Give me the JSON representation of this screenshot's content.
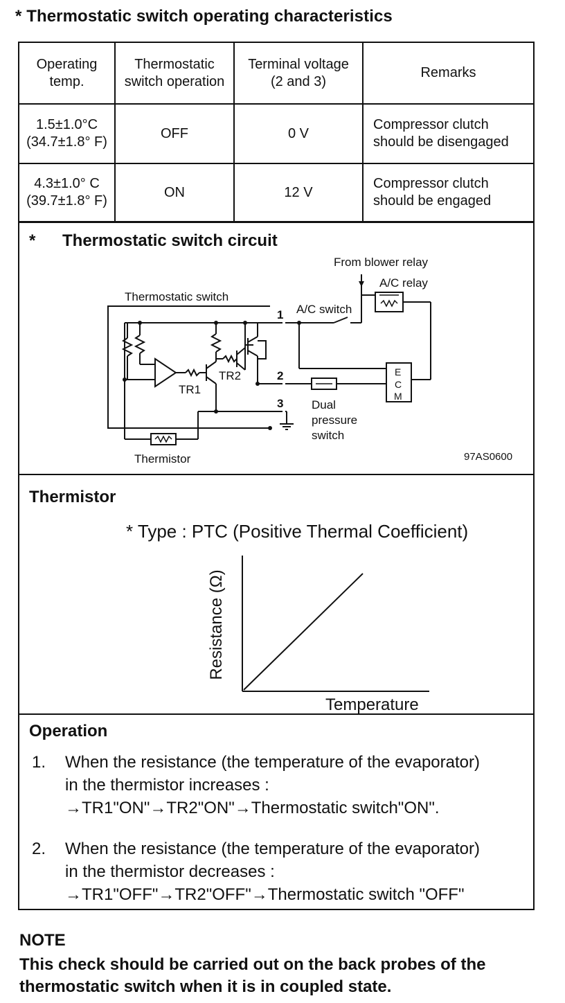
{
  "heading": "* Thermostatic switch operating characteristics",
  "table": {
    "headers": [
      [
        "Operating",
        "temp."
      ],
      [
        "Thermostatic",
        "switch operation"
      ],
      [
        "Terminal voltage",
        "(2 and 3)"
      ],
      [
        "Remarks"
      ]
    ],
    "rows": [
      {
        "temp": [
          "1.5±1.0°C",
          "(34.7±1.8° F)"
        ],
        "operation": "OFF",
        "voltage": "0 V",
        "remarks": [
          "Compressor clutch",
          "should be disengaged"
        ]
      },
      {
        "temp": [
          "4.3±1.0° C",
          "(39.7±1.8° F)"
        ],
        "operation": "ON",
        "voltage": "12 V",
        "remarks": [
          "Compressor clutch",
          "should be engaged"
        ]
      }
    ]
  },
  "circuit": {
    "bullet": "*",
    "title": "Thermostatic switch circuit",
    "labels": {
      "from_blower_relay": "From blower relay",
      "ac_relay": "A/C relay",
      "thermostatic_switch": "Thermostatic switch",
      "ac_switch": "A/C switch",
      "tr1": "TR1",
      "tr2": "TR2",
      "terminal_1": "1",
      "terminal_2": "2",
      "terminal_3": "3",
      "dual_pressure_switch": [
        "Dual",
        "pressure",
        "switch"
      ],
      "thermistor": "Thermistor",
      "ecm_letters": [
        "E",
        "C",
        "M"
      ],
      "figure_code": "97AS0600"
    }
  },
  "thermistor": {
    "title": "Thermistor",
    "type_line": "* Type : PTC (Positive Thermal Coefficient)",
    "graph": {
      "ylabel": "Resistance (Ω)",
      "xlabel": "Temperature"
    }
  },
  "operation": {
    "title": "Operation",
    "items": [
      {
        "number": "1.",
        "lines": [
          "When the resistance (the temperature of the evaporator)",
          "in the thermistor increases :",
          "→TR1\"ON\"→TR2\"ON\"→Thermostatic switch\"ON\"."
        ]
      },
      {
        "number": "2.",
        "lines": [
          "When the resistance (the temperature of the evaporator)",
          "in the thermistor decreases :",
          "→TR1\"OFF\"→TR2\"OFF\"→Thermostatic switch \"OFF\""
        ]
      }
    ]
  },
  "note": {
    "label": "NOTE",
    "text": "This check should be carried out on the back probes of the thermostatic switch when it is in coupled state."
  }
}
